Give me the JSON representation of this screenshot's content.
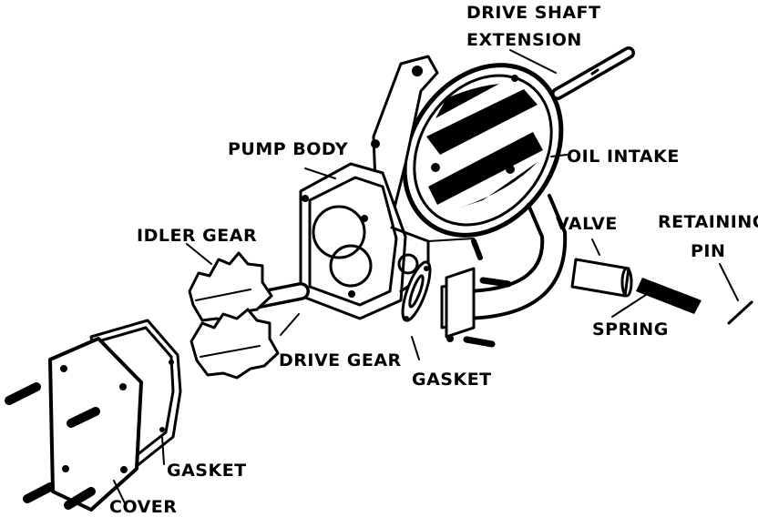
{
  "diagram": {
    "colors": {
      "ink": "#000000",
      "paper": "#ffffff"
    },
    "labels": {
      "drive_shaft_line1": "DRIVE SHAFT",
      "drive_shaft_line2": "EXTENSION",
      "pump_body": "PUMP BODY",
      "oil_intake": "OIL INTAKE",
      "idler_gear": "IDLER GEAR",
      "valve": "VALVE",
      "retaining_line1": "RETAINING",
      "retaining_line2": "PIN",
      "spring": "SPRING",
      "drive_gear": "DRIVE GEAR",
      "gasket_center": "GASKET",
      "gasket_lower": "GASKET",
      "cover": "COVER"
    }
  }
}
